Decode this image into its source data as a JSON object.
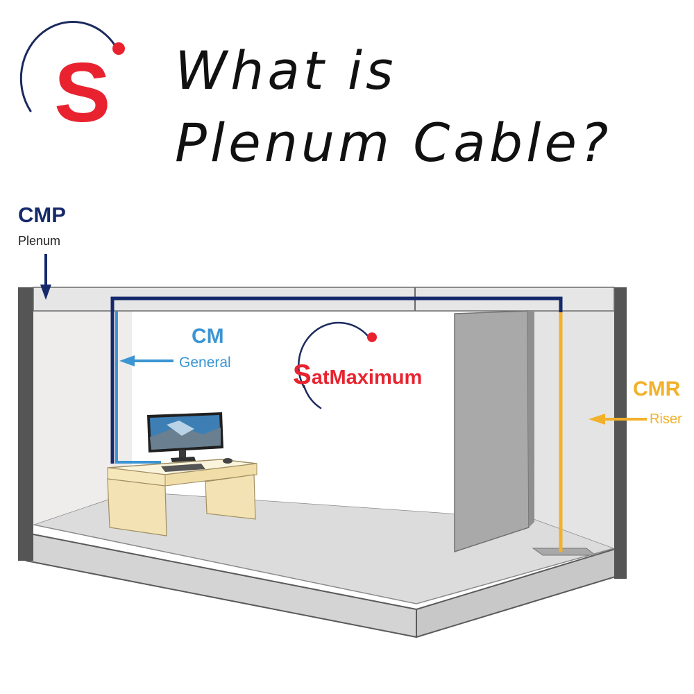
{
  "logo": {
    "letter": "S"
  },
  "title": {
    "line1": "What is",
    "line2": "Plenum Cable?"
  },
  "labels": {
    "cmp": {
      "code": "CMP",
      "name": "Plenum"
    },
    "cm": {
      "code": "CM",
      "name": "General"
    },
    "cmr": {
      "code": "CMR",
      "name": "Riser"
    }
  },
  "watermark": {
    "first_letter": "S",
    "rest": "atMaximum"
  },
  "colors": {
    "brand_red": "#e8232f",
    "brand_navy": "#1b2a5e",
    "plenum_cable": "#15296b",
    "general_cable": "#3b95d3",
    "riser_cable": "#f2b12a"
  }
}
